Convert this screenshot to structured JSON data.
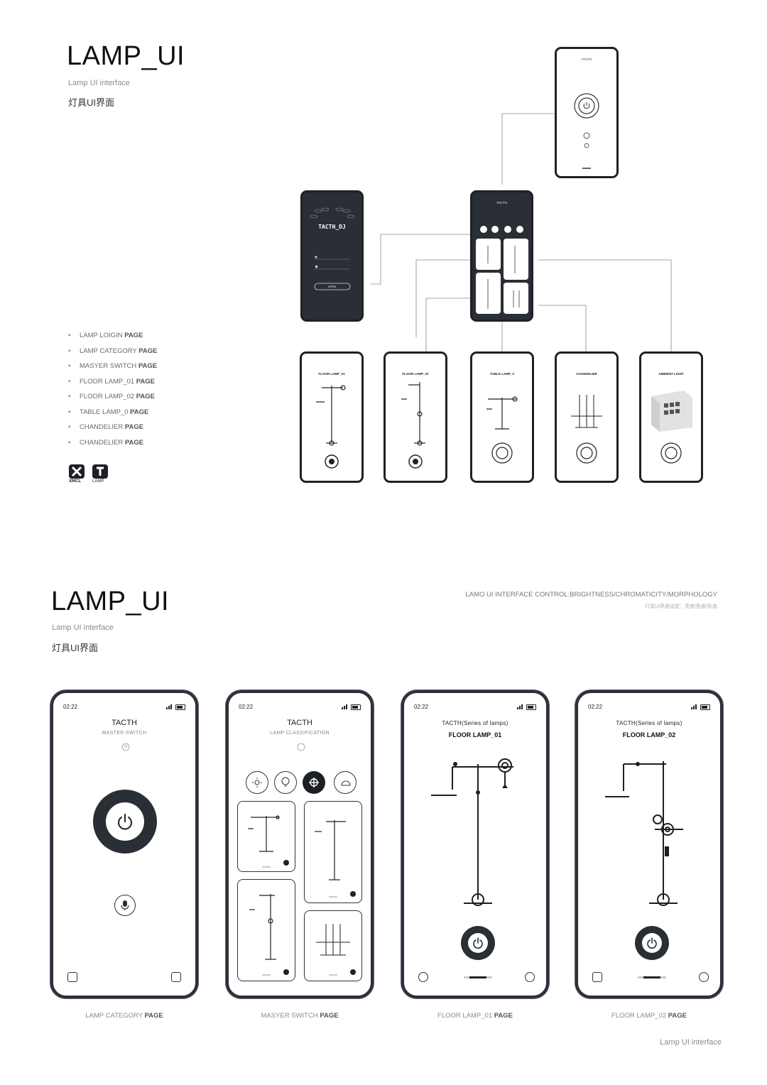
{
  "top": {
    "title": "LAMP_UI",
    "subtitle_en": "Lamp UI interface",
    "subtitle_cn": "灯具UI界面",
    "pages_list": [
      {
        "prefix": "LAMP LOIGIN",
        "suffix": "PAGE"
      },
      {
        "prefix": "LAMP CATEGORY",
        "suffix": "PAGE"
      },
      {
        "prefix": "MASYER SWITCH",
        "suffix": "PAGE"
      },
      {
        "prefix": "FLOOR LAMP_01",
        "suffix": "PAGE"
      },
      {
        "prefix": "FLOOR LAMP_02",
        "suffix": "PAGE"
      },
      {
        "prefix": "TABLE LAMP_0",
        "suffix": "PAGE"
      },
      {
        "prefix": "CHANDELIER",
        "suffix": "PAGE"
      },
      {
        "prefix": "CHANDELIER",
        "suffix": "PAGE"
      }
    ],
    "logo_xmcl": "XMCL",
    "logo_lamp": "LAMP",
    "login_screen": {
      "brand": "TACTH_DJ",
      "button": "OPEN"
    },
    "flow_screens": {
      "floor_01": "FLOOR LAMP_01",
      "floor_02": "FLOOR LAMP_02",
      "table_0": "TABLE LAMP_0",
      "chandelier": "CHANDELIER",
      "ambient": "AMBIENT LIGHT",
      "category_title": "TACTH"
    }
  },
  "bottom": {
    "title": "LAMP_UI",
    "subtitle_en": "Lamp UI interface",
    "subtitle_cn": "灯具UI界面",
    "right_heading": "LAMO UI INTERFACE CONTROL:BRIGHTNESS/CHROMATICITY/MORPHOLOGY",
    "right_sub": "灯具UI界面设定：亮度/色度/形态",
    "footer": "Lamp UI interface",
    "phones": [
      {
        "time": "02:22",
        "title": "TACTH",
        "subtitle": "MASTER SWITCH",
        "caption_prefix": "LAMP CATEGORY",
        "caption_suffix": "PAGE"
      },
      {
        "time": "02:22",
        "title": "TACTH",
        "subtitle": "LAMP CLASSIFICATION",
        "caption_prefix": "MASYER SWITCH",
        "caption_suffix": "PAGE"
      },
      {
        "time": "02:22",
        "title": "TACTH(Series of lamps)",
        "subtitle": "FLOOR LAMP_01",
        "caption_prefix": "FLOOR LAMP_01",
        "caption_suffix": "PAGE"
      },
      {
        "time": "02:22",
        "title": "TACTH(Series of lamps)",
        "subtitle": "FLOOR LAMP_02",
        "caption_prefix": "FLOOR LAMP_02",
        "caption_suffix": "PAGE"
      }
    ]
  },
  "colors": {
    "dark": "#2a2e35",
    "frame": "#2c3038",
    "accent": "#1c1f24"
  }
}
